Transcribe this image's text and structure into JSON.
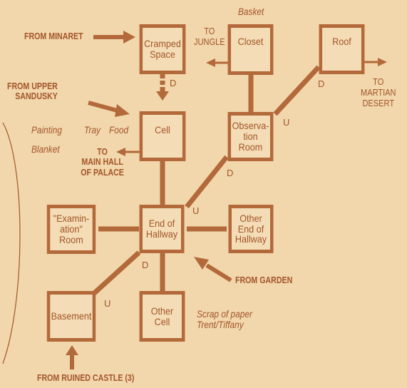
{
  "colors": {
    "background": "#f2d7ac",
    "ink": "#b3693a",
    "text": "#a3552a"
  },
  "rooms": {
    "cramped": "Cramped\nSpace",
    "closet": "Closet",
    "roof": "Roof",
    "cell": "Cell",
    "observation": "Observa-\ntion\nRoom",
    "examination": "\"Examin-\nation\"\nRoom",
    "end_hallway": "End of\nHallway",
    "other_end": "Other\nEnd of\nHallway",
    "basement": "Basement",
    "other_cell": "Other\nCell"
  },
  "exits": {
    "from_minaret": "FROM MINARET",
    "to_jungle": "TO\nJUNGLE",
    "to_martian": "TO\nMARTIAN\nDESERT",
    "from_upper_sandusky": "FROM UPPER\nSANDUSKY",
    "to_main_hall": "TO\nMAIN HALL\nOF PALACE",
    "from_garden": "FROM GARDEN",
    "from_ruined_castle": "FROM RUINED CASTLE (3)"
  },
  "items": {
    "basket": "Basket",
    "painting": "Painting",
    "tray": "Tray",
    "food": "Food",
    "blanket": "Blanket",
    "scrap": "Scrap of paper\nTrent/Tiffany"
  },
  "directions": {
    "cramped_down": "D",
    "roof_down": "D",
    "observation_up": "U",
    "observation_down": "D",
    "hallway_up": "U",
    "hallway_down": "D",
    "basement_up": "U"
  }
}
